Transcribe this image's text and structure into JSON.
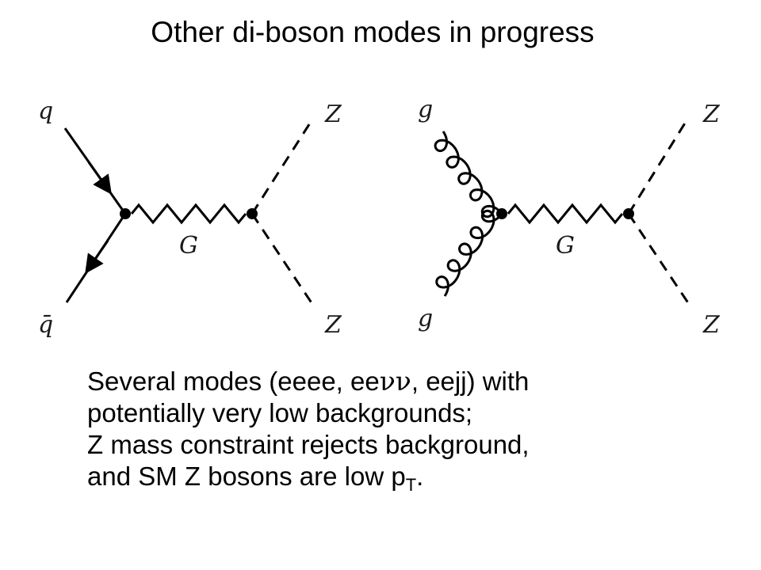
{
  "title": "Other di-boson modes in progress",
  "diagrams": [
    {
      "incoming_top": "q",
      "incoming_bottom": "q̄",
      "propagator": "G",
      "outgoing_top": "Z",
      "outgoing_bottom": "Z"
    },
    {
      "incoming_top": "g",
      "incoming_bottom": "g",
      "propagator": "G",
      "outgoing_top": "Z",
      "outgoing_bottom": "Z"
    }
  ],
  "text": {
    "line1_pre": "Several modes (eeee, ee",
    "line1_nunu": "νν",
    "line1_post": ", eejj) with",
    "line2": "potentially very low backgrounds;",
    "line3": "Z mass constraint rejects background,",
    "line4_pre": "and SM Z bosons are low p",
    "line4_sub": "T",
    "line4_post": "."
  },
  "icons": [
    "feynman-diagram-qqbar",
    "feynman-diagram-gg"
  ]
}
